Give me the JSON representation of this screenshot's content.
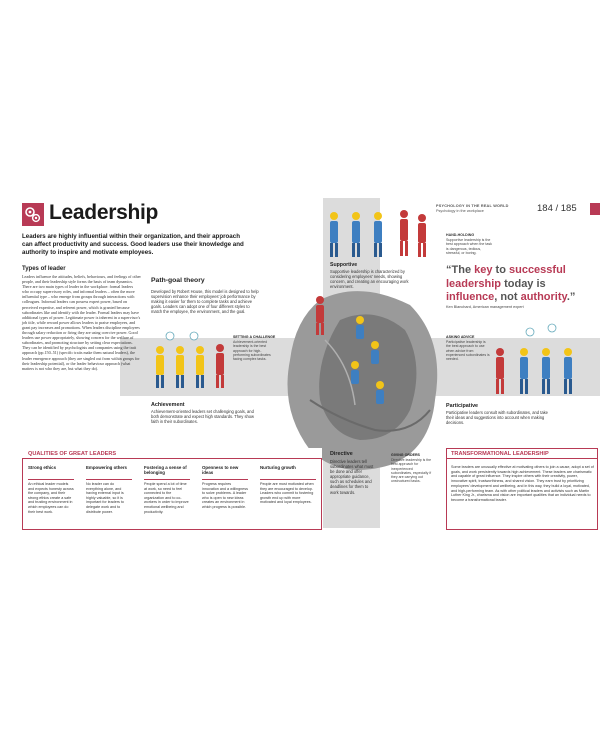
{
  "header": {
    "title": "Leadership",
    "intro": "Leaders are highly influential within their organization, and their approach can affect productivity and success. Good leaders use their knowledge and authority to inspire and motivate employees.",
    "section": "PSYCHOLOGY IN THE REAL WORLD",
    "subsection": "Psychology in the workplace",
    "pages": "184 / 185"
  },
  "types_of_leader": {
    "heading": "Types of leader",
    "body": "Leaders influence the attitudes, beliefs, behaviours, and feelings of other people, and their leadership style forms the basis of team dynamics. There are two main types of leader in the workplace: formal leaders who occupy supervisory roles, and informal leaders – often the more influential type – who emerge from groups through interactions with colleagues.    Informal leaders can possess expert power, based on perceived expertise, and referent power, which is granted because subordinates like and identify with the leader. Formal leaders may have additional types of power. Legitimate power is inherent in a supervisor's job title, while reward power allows leaders to praise employees, and grant pay increases and promotions. When leaders discipline employees through salary reduction or firing they are using coercive power.    Good leaders use power appropriately, showing concern for the welfare of subordinates, and promoting structure by setting clear expectations. They can be identified by psychologists and companies using the trait approach (pp.150–51) (specific traits make them natural leaders), the leader emergence approach (they are singled out from within groups for their leadership potential), or the leader behaviour approach (what matters is not who they are, but what they do)."
  },
  "path_goal": {
    "heading": "Path-goal theory",
    "body": "Developed by Robert House, this model is designed to help supervision enhance their employees' job performance by making it easier for them to complete tasks and achieve goals. Leaders can adopt one of four different styles to match the employee, the environment, and the goal."
  },
  "supportive": {
    "heading": "Supportive",
    "body": "Supportive leadership is characterized by considering employees' needs, showing concern, and creating an encouraging work environment."
  },
  "hand_holding": {
    "heading": "HAND-HOLDING",
    "body": "Supportive leadership is the best approach when the task is dangerous, tedious, stressful, or boring."
  },
  "quote": {
    "pre": "“The ",
    "h1": "key",
    "mid1": " to ",
    "h2": "successful leadership",
    "mid2": " today is ",
    "h3": "influence",
    "mid3": ", not ",
    "h4": "authority",
    "post": ".”",
    "attribution": "Ken Blanchard, American management expert"
  },
  "setting_challenge": {
    "heading": "SETTING A CHALLENGE",
    "body": "Achievement-oriented leadership is the best approach for high-performing subordinates facing complex tasks."
  },
  "asking_advice": {
    "heading": "ASKING ADVICE",
    "body": "Participative leadership is the best approach to use when advice from experienced subordinates is needed."
  },
  "achievement": {
    "heading": "Achievement",
    "body": "Achievement-oriented leaders set challenging goals, and both demonstrate and expect high standards. They show faith in their subordinates."
  },
  "participative": {
    "heading": "Participative",
    "body": "Participative leaders consult with subordinates, and take their ideas and suggestions into account when making decisions."
  },
  "directive": {
    "heading": "Directive",
    "body": "Directive leaders tell subordinates what must be done and offer appropriate guidance, such as schedules and deadlines for them to work towards."
  },
  "giving_orders": {
    "heading": "GIVING ORDERS",
    "body": "Directive leadership is the best approach for inexperienced subordinates, especially if they are carrying out unstructured tasks."
  },
  "qualities": {
    "title": "QUALITIES OF GREAT LEADERS",
    "columns": [
      {
        "heading": "Strong ethics",
        "body": "An ethical leader models and expects honesty across the company, and their strong ethics create a safe and trusting environment in which employees can do their best work."
      },
      {
        "heading": "Empowering others",
        "body": "No leader can do everything alone, and having external input is highly valuable, so it is important for leaders to delegate work and to distribute power."
      },
      {
        "heading": "Fostering a sense of belonging",
        "body": "People spend a lot of time at work, so need to feel connected to the organization and to co-workers in order to improve emotional wellbeing and productivity."
      },
      {
        "heading": "Openness to new ideas",
        "body": "Progress requires innovation and a willingness to solve problems. A leader who is open to new ideas creates an environment in which progress is possible."
      },
      {
        "heading": "Nurturing growth",
        "body": "People are most motivated when they are encouraged to develop. Leaders who commit to fostering growth end up with more motivated and loyal employees."
      }
    ]
  },
  "transformational": {
    "title": "TRANSFORMATIONAL LEADERSHIP",
    "body": "Some leaders are unusually effective at motivating others to join a cause, adopt a set of goals, and work persistently towards high achievement. These leaders are charismatic and capable of great influence. They inspire others with their creativity, power, innovative spirit, trustworthiness, and shared vision. They earn trust by prioritizing employees' development and wellbeing, and in this way, they build a loyal, motivated, and high-performing team. As with other political leaders and activists such as Martin Luther King Jr., charisma and vision are important qualities that an individual needs to become a transformational leader."
  },
  "colors": {
    "accent": "#b83a55",
    "road": "#dcdcdc",
    "rock": "#8e8e8e",
    "figure_yellow": "#f2c418",
    "figure_blue": "#3e7fc1",
    "leader_red": "#c33a3a"
  }
}
